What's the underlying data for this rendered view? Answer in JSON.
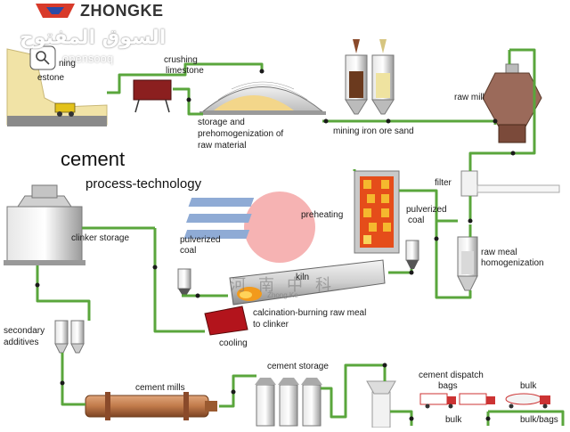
{
  "brand": {
    "name": "ZHONGKE"
  },
  "watermark": {
    "arabic": "السوق المفتوح",
    "latin": "opensooq",
    "chinese": "河南中科",
    "latin_small": "Zhong Ke"
  },
  "title": {
    "main": "cement",
    "sub": "process-technology"
  },
  "labels": {
    "mining_limestone_top": "ning",
    "mining_limestone_bottom": "estone",
    "crushing_line1": "crushing",
    "crushing_line2": "limestone",
    "storage_line1": "storage and",
    "storage_line2": "prehomogenization of",
    "storage_line3": "raw material",
    "mining_iron": "mining iron ore sand",
    "raw_mill": "raw mill",
    "filter": "filter",
    "preheating": "preheating",
    "pulverized_coal_right_1": "pulverized",
    "pulverized_coal_right_2": "coal",
    "raw_meal_1": "raw meal",
    "raw_meal_2": "homogenization",
    "clinker_storage": "clinker storage",
    "pulverized_coal_left_1": "pulverized",
    "pulverized_coal_left_2": "coal",
    "kiln": "kiln",
    "calcination_1": "calcination-burning raw meal",
    "calcination_2": "to clinker",
    "cooling": "cooling",
    "secondary_1": "secondary",
    "secondary_2": "additives",
    "cement_mills": "cement mills",
    "cement_storage": "cement storage",
    "cement_dispatch_1": "cement dispatch",
    "cement_dispatch_2": "bags",
    "bulk_top": "bulk",
    "bulk_bottom": "bulk",
    "bulk_bags": "bulk/bags"
  },
  "colors": {
    "pipe": "#5aa63c",
    "node": "#1a1a1a",
    "silo": "#b8b8b8",
    "rock": "#efe0a8",
    "mill": "#c07a4a",
    "fire": "#f29a1c"
  }
}
